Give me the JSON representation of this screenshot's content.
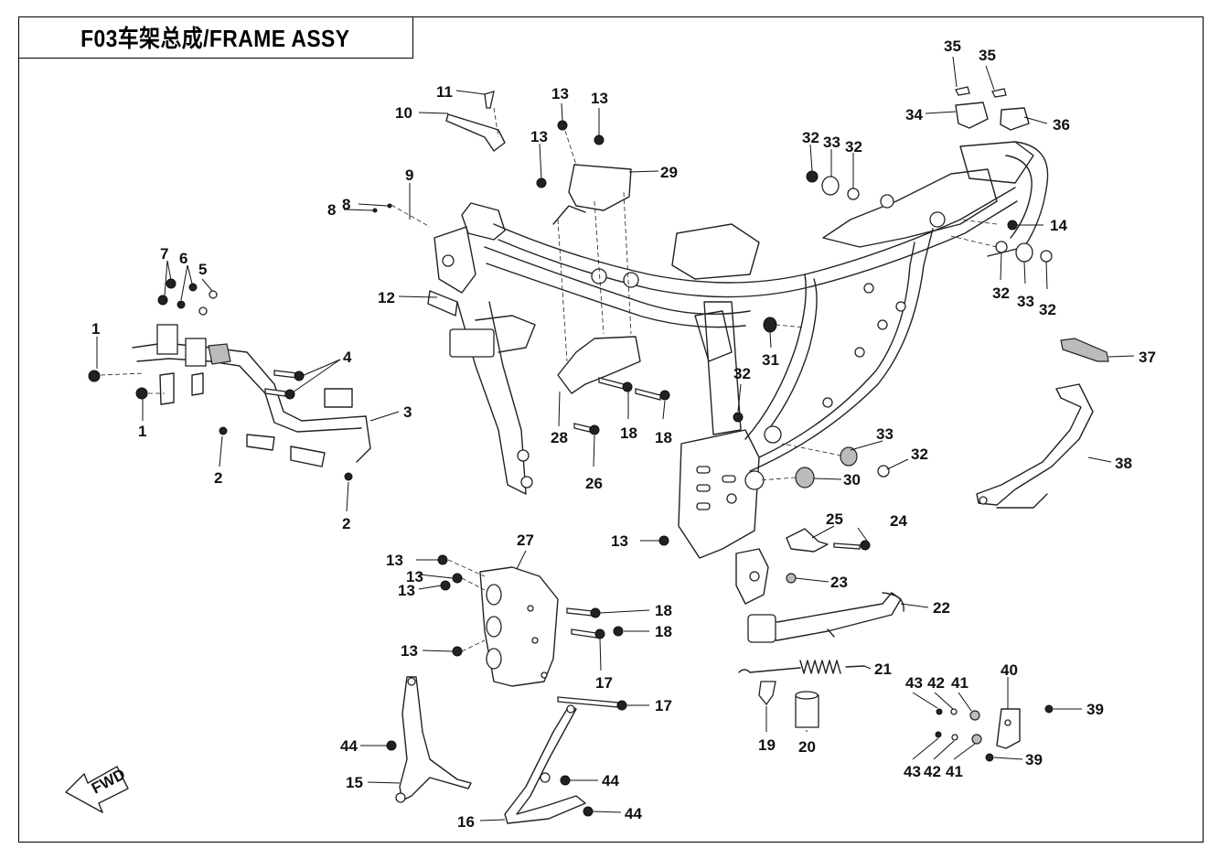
{
  "title": "F03车架总成/FRAME ASSY",
  "direction_label": "FWD",
  "callouts": [
    {
      "id": "c1a",
      "text": "1"
    },
    {
      "id": "c1b",
      "text": "1"
    },
    {
      "id": "c2a",
      "text": "2"
    },
    {
      "id": "c2b",
      "text": "2"
    },
    {
      "id": "c3",
      "text": "3"
    },
    {
      "id": "c4",
      "text": "4"
    },
    {
      "id": "c5",
      "text": "5"
    },
    {
      "id": "c6",
      "text": "6"
    },
    {
      "id": "c7",
      "text": "7"
    },
    {
      "id": "c8a",
      "text": "8"
    },
    {
      "id": "c8b",
      "text": "8"
    },
    {
      "id": "c9",
      "text": "9"
    },
    {
      "id": "c10",
      "text": "10"
    },
    {
      "id": "c11",
      "text": "11"
    },
    {
      "id": "c12",
      "text": "12"
    },
    {
      "id": "c13a",
      "text": "13"
    },
    {
      "id": "c13b",
      "text": "13"
    },
    {
      "id": "c13c",
      "text": "13"
    },
    {
      "id": "c13d",
      "text": "13"
    },
    {
      "id": "c13e",
      "text": "13"
    },
    {
      "id": "c13f",
      "text": "13"
    },
    {
      "id": "c13g",
      "text": "13"
    },
    {
      "id": "c13h",
      "text": "13"
    },
    {
      "id": "c14",
      "text": "14"
    },
    {
      "id": "c15",
      "text": "15"
    },
    {
      "id": "c16",
      "text": "16"
    },
    {
      "id": "c17a",
      "text": "17"
    },
    {
      "id": "c17b",
      "text": "17"
    },
    {
      "id": "c18a",
      "text": "18"
    },
    {
      "id": "c18b",
      "text": "18"
    },
    {
      "id": "c18c",
      "text": "18"
    },
    {
      "id": "c18d",
      "text": "18"
    },
    {
      "id": "c19",
      "text": "19"
    },
    {
      "id": "c20",
      "text": "20"
    },
    {
      "id": "c21",
      "text": "21"
    },
    {
      "id": "c22",
      "text": "22"
    },
    {
      "id": "c23",
      "text": "23"
    },
    {
      "id": "c24",
      "text": "24"
    },
    {
      "id": "c25",
      "text": "25"
    },
    {
      "id": "c26",
      "text": "26"
    },
    {
      "id": "c27",
      "text": "27"
    },
    {
      "id": "c28",
      "text": "28"
    },
    {
      "id": "c29",
      "text": "29"
    },
    {
      "id": "c30",
      "text": "30"
    },
    {
      "id": "c31",
      "text": "31"
    },
    {
      "id": "c32a",
      "text": "32"
    },
    {
      "id": "c32b",
      "text": "32"
    },
    {
      "id": "c32c",
      "text": "32"
    },
    {
      "id": "c32d",
      "text": "32"
    },
    {
      "id": "c32e",
      "text": "32"
    },
    {
      "id": "c32f",
      "text": "32"
    },
    {
      "id": "c33a",
      "text": "33"
    },
    {
      "id": "c33b",
      "text": "33"
    },
    {
      "id": "c33c",
      "text": "33"
    },
    {
      "id": "c34",
      "text": "34"
    },
    {
      "id": "c35a",
      "text": "35"
    },
    {
      "id": "c35b",
      "text": "35"
    },
    {
      "id": "c36",
      "text": "36"
    },
    {
      "id": "c37",
      "text": "37"
    },
    {
      "id": "c38",
      "text": "38"
    },
    {
      "id": "c39a",
      "text": "39"
    },
    {
      "id": "c39b",
      "text": "39"
    },
    {
      "id": "c40",
      "text": "40"
    },
    {
      "id": "c41a",
      "text": "41"
    },
    {
      "id": "c41b",
      "text": "41"
    },
    {
      "id": "c42a",
      "text": "42"
    },
    {
      "id": "c42b",
      "text": "42"
    },
    {
      "id": "c43a",
      "text": "43"
    },
    {
      "id": "c43b",
      "text": "43"
    },
    {
      "id": "c44a",
      "text": "44"
    },
    {
      "id": "c44b",
      "text": "44"
    },
    {
      "id": "c44c",
      "text": "44"
    }
  ]
}
